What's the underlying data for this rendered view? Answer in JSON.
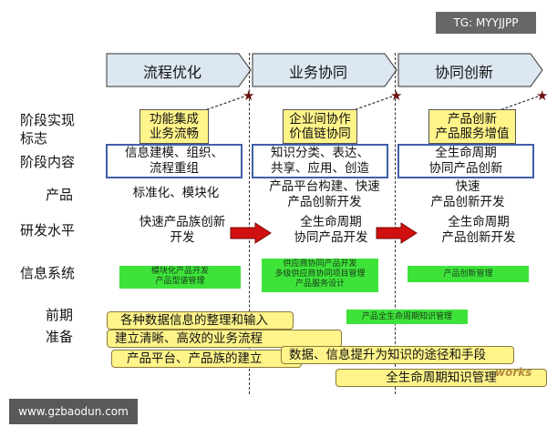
{
  "watermarks": {
    "top_right": "TG: MYYJJPP",
    "bottom_left": "www.gzbaodun.com"
  },
  "phases": [
    "流程优化",
    "业务协同",
    "协同创新"
  ],
  "row_labels": {
    "milestone": [
      "阶段实现",
      "标志"
    ],
    "content": "阶段内容",
    "product": "产品",
    "rd_level": "研发水平",
    "info_system": "信息系统",
    "prep": [
      "前期",
      "准备"
    ]
  },
  "milestones": [
    [
      "功能集成",
      "业务流畅"
    ],
    [
      "企业间协作",
      "价值链协同"
    ],
    [
      "产品创新",
      "产品服务增值"
    ]
  ],
  "contents": [
    [
      "信息建模、组织、",
      "流程重组"
    ],
    [
      "知识分类、表达、",
      "共享、应用、创造"
    ],
    [
      "全生命周期",
      "协同产品创新"
    ]
  ],
  "products": [
    [
      "标准化、模块化"
    ],
    [
      "产品平台构建、快速",
      "产品创新开发"
    ],
    [
      "快速",
      "产品创新开发"
    ]
  ],
  "rd_levels": [
    [
      "快速产品族创新",
      "开发"
    ],
    [
      "全生命周期",
      "协同产品开发"
    ],
    [
      "全生命周期",
      "产品创新开发"
    ]
  ],
  "info_systems": [
    [
      "模块化产品开发",
      "产品型谱管理"
    ],
    [
      "供应商协同产品开发",
      "多级供应商协同项目管理",
      "产品服务设计"
    ],
    [
      "产品创新管理"
    ],
    [
      "产品全生命周期知识管理"
    ]
  ],
  "prep_items": [
    "各种数据信息的整理和输入",
    "建立清晰、高效的业务流程",
    "产品平台、产品族的建立",
    "数据、信息提升为知识的途径和手段",
    "全生命周期知识管理"
  ],
  "logo_text": "works",
  "colors": {
    "arrow_fill": "#dde7f2",
    "highlight_yellow": "#fff48a",
    "green_bar": "#3ee33a",
    "box_border": "#3f5fa8",
    "red_arrow": "#d01010",
    "star": "#6a1010"
  }
}
